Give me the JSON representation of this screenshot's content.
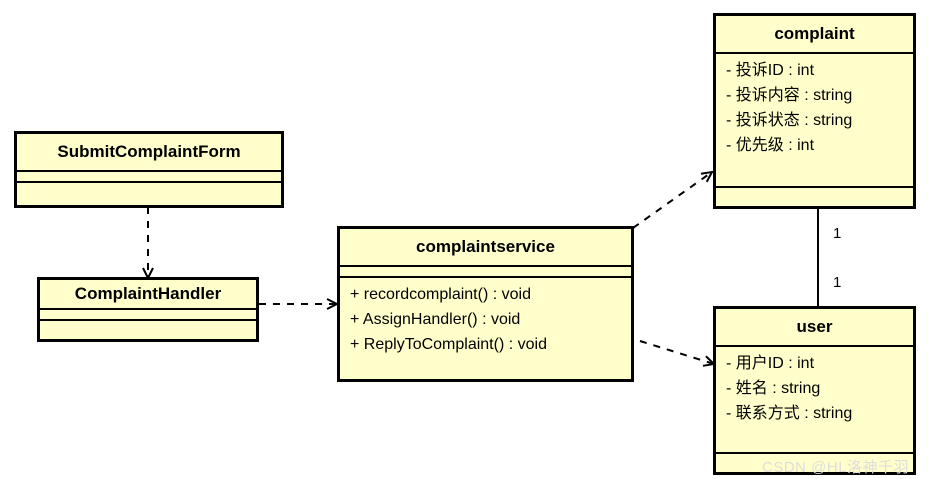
{
  "diagram": {
    "type": "uml-class-diagram",
    "background": "#ffffff",
    "class_fill": "#ffffcc",
    "class_border": "#000000",
    "classes": [
      {
        "id": "submitcomplaintform",
        "name": "SubmitComplaintForm",
        "attributes": [],
        "methods": []
      },
      {
        "id": "complainthandler",
        "name": "ComplaintHandler",
        "attributes": [],
        "methods": []
      },
      {
        "id": "complaintservice",
        "name": "complaintservice",
        "attributes": [],
        "methods": [
          "+ recordcomplaint() : void",
          "+ AssignHandler() : void",
          "+ ReplyToComplaint() : void"
        ]
      },
      {
        "id": "complaint",
        "name": "complaint",
        "attributes": [
          "- 投诉ID : int",
          "- 投诉内容 : string",
          "- 投诉状态 : string",
          "- 优先级 : int"
        ],
        "methods": []
      },
      {
        "id": "user",
        "name": "user",
        "attributes": [
          "- 用户ID : int",
          "- 姓名 : string",
          "- 联系方式 : string"
        ],
        "methods": []
      }
    ],
    "relations": [
      {
        "id": "form-to-handler",
        "kind": "dependency-dashed-arrow",
        "from": "submitcomplaintform",
        "to": "complainthandler",
        "label": ""
      },
      {
        "id": "handler-to-service",
        "kind": "dependency-dashed-arrow",
        "from": "complainthandler",
        "to": "complaintservice",
        "label": ""
      },
      {
        "id": "service-to-complaint",
        "kind": "dependency-dashed-arrow",
        "from": "complaintservice",
        "to": "complaint",
        "label": ""
      },
      {
        "id": "service-to-user",
        "kind": "dependency-dashed-arrow",
        "from": "complaintservice",
        "to": "user",
        "label": ""
      },
      {
        "id": "complaint-to-user",
        "kind": "association-solid",
        "from": "complaint",
        "to": "user",
        "source_multiplicity": "1",
        "target_multiplicity": "1"
      }
    ],
    "watermark": "CSDN @HL洛神千羽"
  }
}
